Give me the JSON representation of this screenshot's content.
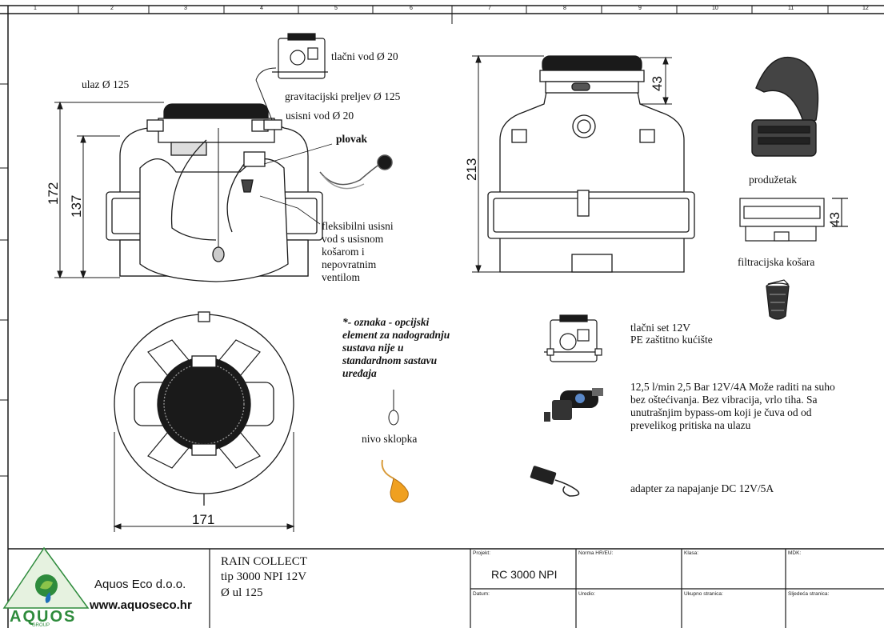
{
  "labels": {
    "ulaz": "ulaz Ø 125",
    "tlacni_vod": "tlačni vod Ø 20",
    "gravitacijski": "gravitacijski preljev Ø 125",
    "usisni_vod": "usisni vod Ø 20",
    "plovak": "plovak",
    "fleksibilni": "fleksibilni usisni vod s usisnom košarom i nepovratnim ventilom",
    "produzetak": "produžetak",
    "filtracijska": "filtracijska košara",
    "oznaka": "*- oznaka - opcijski element za nadogradnju sustava nije u standardnom sastavu uređaja",
    "nivo": "nivo sklopka",
    "tlacni_set": "tlačni set 12V",
    "pe_kuciste": "PE zaštitno kućište",
    "pump_desc": "12,5 l/min 2,5 Bar 12V/4A  Može raditi na suho bez oštećivanja. Bez vibracija, vrlo tiha. Sa unutrašnjim bypass-om koji je čuva od od prevelikog pritiska na ulazu",
    "adapter": "adapter za napajanje DC 12V/5A"
  },
  "dimensions": {
    "h172": "172",
    "h137": "137",
    "w171": "171",
    "h213": "213",
    "h43_top": "43",
    "h43_ext": "43"
  },
  "ruler_top": [
    "1",
    "2",
    "3",
    "4",
    "5",
    "6",
    "7",
    "8",
    "9",
    "10",
    "11",
    "12"
  ],
  "title_block": {
    "company": "Aquos Eco d.o.o.",
    "website": "www.aquoseco.hr",
    "logo_text": "AQUOS",
    "logo_sub": "GROUP",
    "product_line1": "RAIN COLLECT",
    "product_line2": "tip 3000  NPI 12V",
    "product_line3": "Ø ul  125",
    "projekt_label": "Projekt:",
    "projekt_value": "RC 3000 NPI",
    "norma_label": "Norma HR/EU:",
    "klasa_label": "Klasa:",
    "mdk_label": "MDK:",
    "datum_label": "Datum:",
    "uredio_label": "Uredio:",
    "ukupno_label": "Ukupno stranica:",
    "sljedeca_label": "Sljedeća stranica:"
  },
  "colors": {
    "line": "#1a1a1a",
    "tank_fill": "#ffffff",
    "float_orange": "#f0a020",
    "logo_green": "#2e8b3c",
    "logo_blue": "#1d6fb8"
  }
}
